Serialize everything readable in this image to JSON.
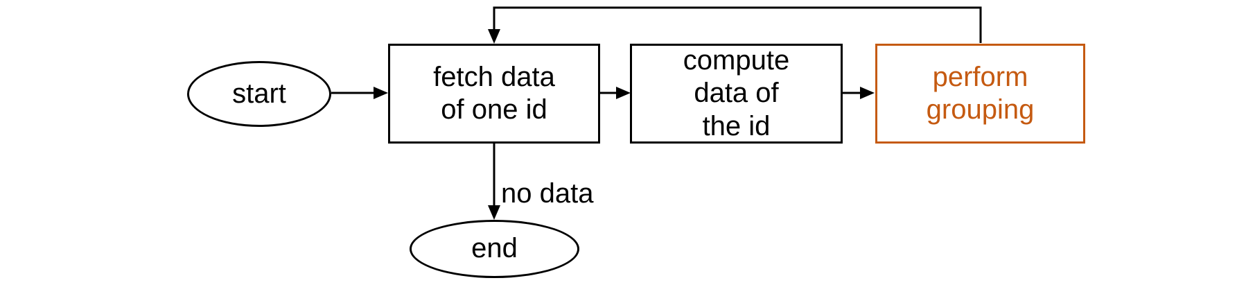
{
  "diagram": {
    "type": "flowchart",
    "background": "#ffffff",
    "line_color": "#000000",
    "text_color": "#000000",
    "accent_color": "#c55a11",
    "nodes": {
      "start": {
        "label": "start",
        "shape": "ellipse"
      },
      "fetch": {
        "label": "fetch data\nof one id",
        "shape": "rectangle"
      },
      "compute": {
        "label": "compute\ndata of\nthe id",
        "shape": "rectangle"
      },
      "perform": {
        "label": "perform\ngrouping",
        "shape": "rectangle",
        "color": "#c55a11"
      },
      "end": {
        "label": "end",
        "shape": "ellipse"
      }
    },
    "edges": [
      {
        "from": "start",
        "to": "fetch",
        "label": ""
      },
      {
        "from": "fetch",
        "to": "compute",
        "label": ""
      },
      {
        "from": "compute",
        "to": "perform",
        "label": ""
      },
      {
        "from": "perform",
        "to": "fetch",
        "label": "",
        "type": "loop-back"
      },
      {
        "from": "fetch",
        "to": "end",
        "label": "no data"
      }
    ]
  }
}
